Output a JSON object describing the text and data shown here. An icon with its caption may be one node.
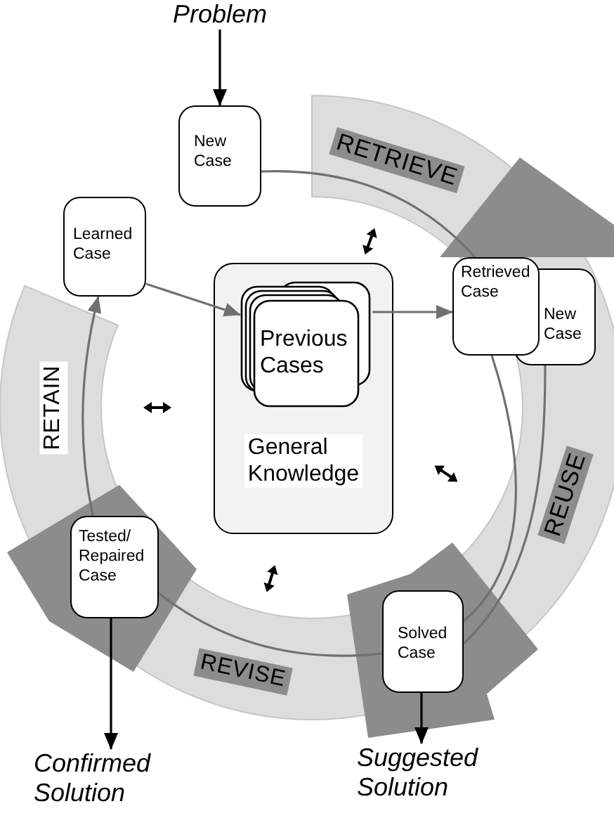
{
  "diagram": {
    "nodes": [
      {
        "text": [
          "Problem"
        ]
      },
      {
        "text": [
          "New Case"
        ]
      },
      {
        "text": [
          "Learned Case"
        ]
      },
      {
        "text": [
          "General Knowledge"
        ]
      },
      {
        "text": [
          "Previous Cases"
        ],
        "in": 3
      },
      {
        "text": [
          "Retrieved Case"
        ]
      },
      {
        "text": [
          "New Case"
        ]
      },
      {
        "text": [
          "Tested/ Repaired Case"
        ]
      },
      {
        "text": [
          "Solved Case"
        ]
      },
      {
        "text": [
          "Confirmed Solution"
        ]
      },
      {
        "text": [
          "Suggested Solution"
        ]
      }
    ],
    "edges": [
      {
        "from": 0,
        "to": 1,
        "arrow": "to",
        "color": "#000000"
      },
      {
        "from": 1,
        "to": 5,
        "arrow": "none"
      },
      {
        "from": 2,
        "to": 4,
        "arrow": "to"
      },
      {
        "from": 4,
        "to": 5,
        "arrow": "to"
      },
      {
        "from": 5,
        "to": 8,
        "arrow": "none"
      },
      {
        "from": 6,
        "to": 8,
        "arrow": "none"
      },
      {
        "from": 8,
        "to": 7,
        "arrow": "none"
      },
      {
        "from": 7,
        "to": 2,
        "arrow": "to"
      },
      {
        "from": 7,
        "to": 9,
        "arrow": "to",
        "color": "#000000"
      },
      {
        "from": 8,
        "to": 10,
        "arrow": "to",
        "color": "#000000"
      }
    ],
    "labels": [
      "RETRIEVE",
      "RETAIN",
      "REUSE",
      "REVISE"
    ]
  }
}
